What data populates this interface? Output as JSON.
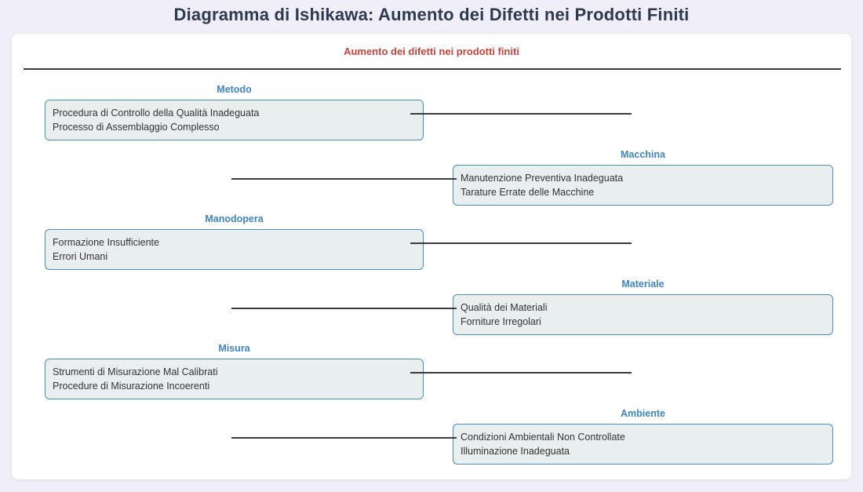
{
  "title": "Diagramma di Ishikawa: Aumento dei Difetti nei Prodotti Finiti",
  "problem": "Aumento dei difetti nei prodotti finiti",
  "colors": {
    "page_bg": "#f0eef8",
    "title_color": "#2d3a4f",
    "problem_red": "#c5433c",
    "accent_blue": "#3e85c2",
    "box_border": "#4a90bf",
    "box_bg": "#e9eeef",
    "line_color": "#3c3c3c"
  },
  "branches": [
    {
      "label": "Metodo",
      "side": "left",
      "causes": [
        "Procedura di Controllo della Qualità Inadeguata",
        "Processo di Assemblaggio Complesso"
      ]
    },
    {
      "label": "Macchina",
      "side": "right",
      "causes": [
        "Manutenzione Preventiva Inadeguata",
        "Tarature Errate delle Macchine"
      ]
    },
    {
      "label": "Manodopera",
      "side": "left",
      "causes": [
        "Formazione Insufficiente",
        "Errori Umani"
      ]
    },
    {
      "label": "Materiale",
      "side": "right",
      "causes": [
        "Qualità dei Materiali",
        "Forniture Irregolari"
      ]
    },
    {
      "label": "Misura",
      "side": "left",
      "causes": [
        "Strumenti di Misurazione Mal Calibrati",
        "Procedure di Misurazione Incoerenti"
      ]
    },
    {
      "label": "Ambiente",
      "side": "right",
      "causes": [
        "Condizioni Ambientali Non Controllate",
        "Illuminazione Inadeguata"
      ]
    }
  ]
}
